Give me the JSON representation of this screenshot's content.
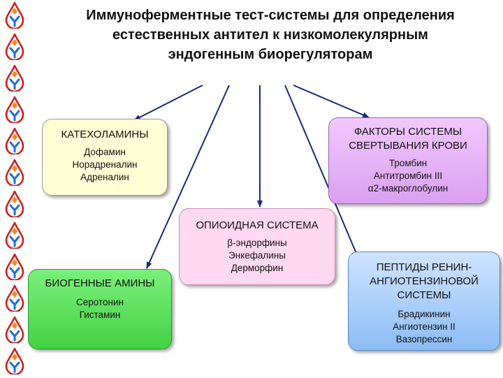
{
  "title": {
    "line1": "Иммуноферментные тест-системы для определения",
    "line2": "естественных антител к низкомолекулярным",
    "line3": "эндогенным биорегуляторам"
  },
  "boxes": {
    "catecholamines": {
      "head": "КАТЕХОЛАМИНЫ",
      "items": [
        "Дофамин",
        "Норадреналин",
        "Адреналин"
      ]
    },
    "coagulation": {
      "head1": "ФАКТОРЫ СИСТЕМЫ",
      "head2": "СВЕРТЫВАНИЯ КРОВИ",
      "items": [
        "Тромбин",
        "Антитромбин III",
        "α2-макроглобулин"
      ]
    },
    "opioid": {
      "head": "ОПИОИДНАЯ СИСТЕМА",
      "items": [
        "β-эндорфины",
        "Энкефалины",
        "Дерморфин"
      ]
    },
    "biogenic": {
      "head": "БИОГЕННЫЕ АМИНЫ",
      "items": [
        "Серотонин",
        "Гистамин"
      ]
    },
    "peptides": {
      "head1": "ПЕПТИДЫ РЕНИН-",
      "head2": "АНГИОТЕНЗИНОВОЙ",
      "head3": "СИСТЕМЫ",
      "items": [
        "Брадикинин",
        "Ангиотензин II",
        "Вазопрессин"
      ]
    }
  },
  "colors": {
    "arrow": "#1a2a7a",
    "logo_drop": "#cc1f1f",
    "logo_diamond": "#f08a1c",
    "logo_y": "#1f6fd1"
  },
  "logo_count": 12
}
